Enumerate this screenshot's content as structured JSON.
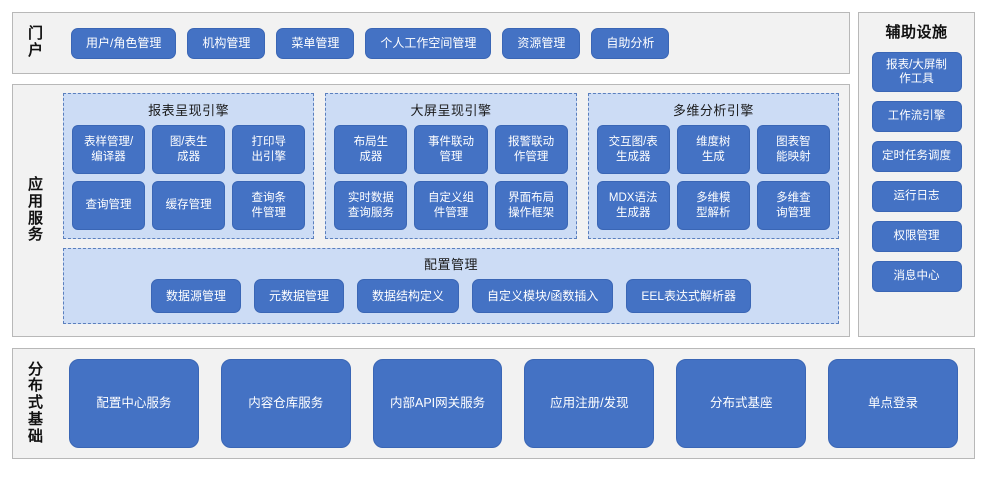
{
  "sections": {
    "portal": {
      "label": "门户",
      "items": [
        {
          "label": "用户/角色管理"
        },
        {
          "label": "机构管理"
        },
        {
          "label": "菜单管理"
        },
        {
          "label": "个人工作空间管理"
        },
        {
          "label": "资源管理"
        },
        {
          "label": "自助分析"
        }
      ]
    },
    "aux": {
      "label": "辅助设施",
      "items": [
        {
          "label": "报表/大屏制\n作工具",
          "tall": true
        },
        {
          "label": "工作流引擎",
          "tall": false
        },
        {
          "label": "定时任务调度",
          "tall": false
        },
        {
          "label": "运行日志",
          "tall": false
        },
        {
          "label": "权限管理",
          "tall": false
        },
        {
          "label": "消息中心",
          "tall": false
        }
      ]
    },
    "app": {
      "label": "应用服务",
      "engines": [
        {
          "title": "报表呈现引擎",
          "items": [
            {
              "label": "表样管理/\n编译器"
            },
            {
              "label": "图/表生\n成器"
            },
            {
              "label": "打印导\n出引擎"
            },
            {
              "label": "查询管理"
            },
            {
              "label": "缓存管理"
            },
            {
              "label": "查询条\n件管理"
            }
          ]
        },
        {
          "title": "大屏呈现引擎",
          "items": [
            {
              "label": "布局生\n成器"
            },
            {
              "label": "事件联动\n管理"
            },
            {
              "label": "报警联动\n作管理"
            },
            {
              "label": "实时数据\n查询服务"
            },
            {
              "label": "自定义组\n件管理"
            },
            {
              "label": "界面布局\n操作框架"
            }
          ]
        },
        {
          "title": "多维分析引擎",
          "items": [
            {
              "label": "交互图/表\n生成器"
            },
            {
              "label": "维度树\n生成"
            },
            {
              "label": "图表智\n能映射"
            },
            {
              "label": "MDX语法\n生成器"
            },
            {
              "label": "多维模\n型解析"
            },
            {
              "label": "多维查\n询管理"
            }
          ]
        }
      ],
      "config": {
        "title": "配置管理",
        "items": [
          {
            "label": "数据源管理"
          },
          {
            "label": "元数据管理"
          },
          {
            "label": "数据结构定义"
          },
          {
            "label": "自定义模块/函数插入"
          },
          {
            "label": "EEL表达式解析器"
          }
        ]
      }
    },
    "base": {
      "label": "分布式基础",
      "items": [
        {
          "label": "配置中心服务"
        },
        {
          "label": "内容仓库服务"
        },
        {
          "label": "内部API网关服务"
        },
        {
          "label": "应用注册/发现"
        },
        {
          "label": "分布式基座"
        },
        {
          "label": "单点登录"
        }
      ]
    }
  },
  "colors": {
    "button_fill": "#4472c4",
    "group_fill": "#ccdcf5",
    "panel_fill": "#f2f2f2",
    "panel_border": "#b8b8b8",
    "group_border": "#5a7fbe"
  }
}
